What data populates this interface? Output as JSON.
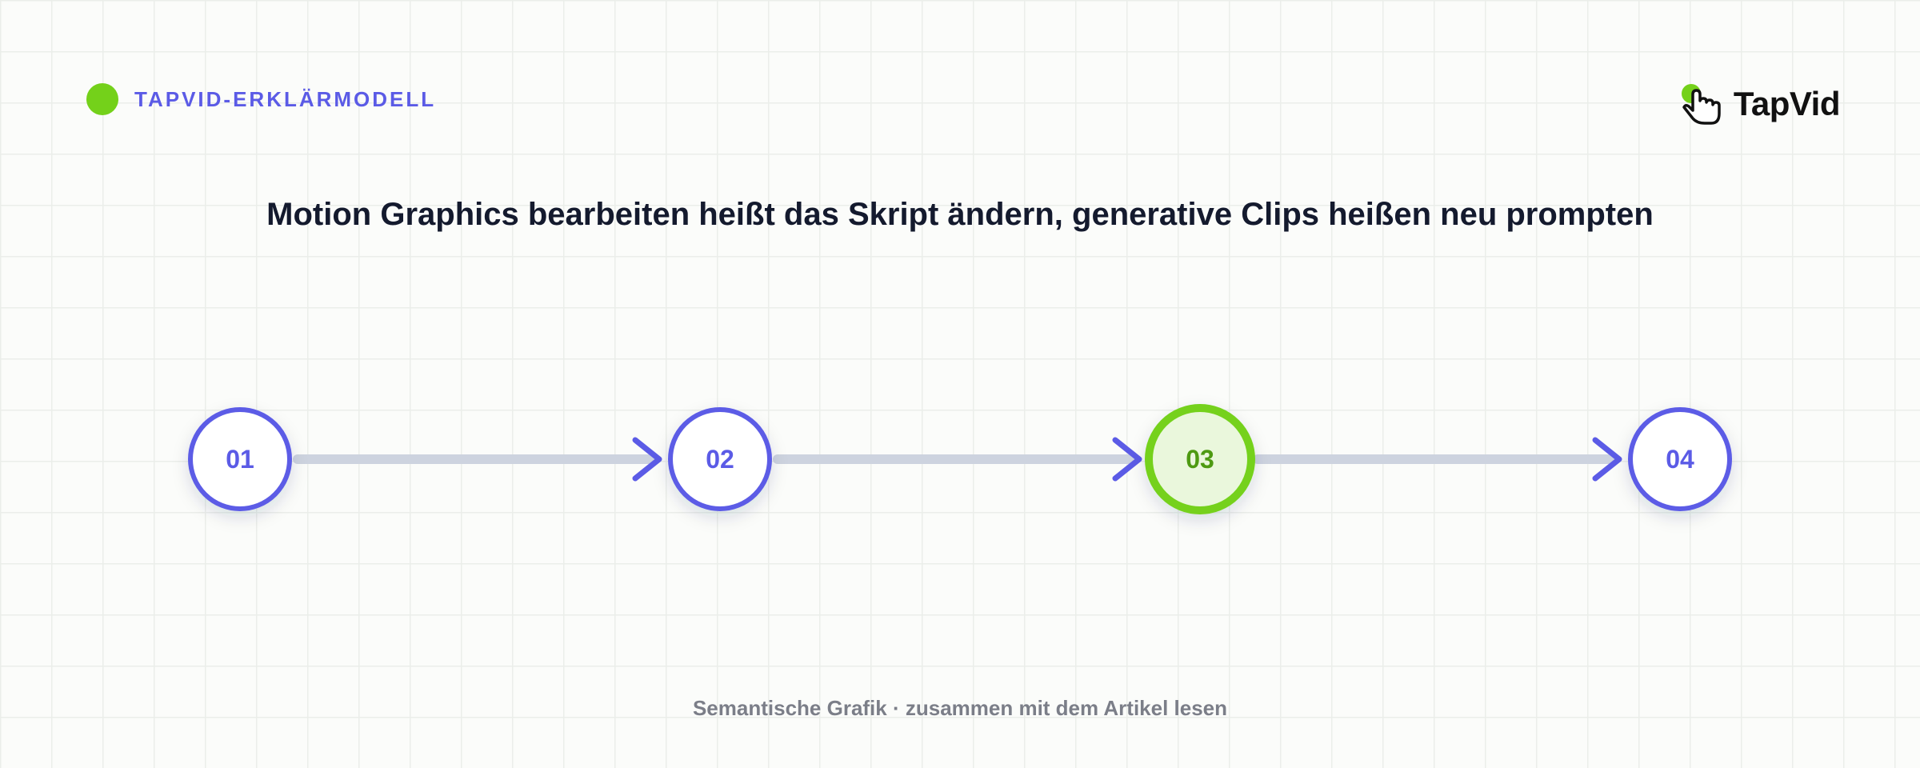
{
  "header": {
    "eyebrow": "TAPVID-ERKLÄRMODELL",
    "brand": "TapVid"
  },
  "headline": "Motion Graphics bearbeiten heißt das Skript ändern, generative Clips heißen neu prompten",
  "steps": [
    {
      "label": "01",
      "highlighted": false
    },
    {
      "label": "02",
      "highlighted": false
    },
    {
      "label": "03",
      "highlighted": true
    },
    {
      "label": "04",
      "highlighted": false
    }
  ],
  "footer": "Semantische Grafik · zusammen mit dem Artikel lesen",
  "colors": {
    "accent": "#5b5be6",
    "highlight": "#74d11a",
    "highlight_fill": "#eaf7dc",
    "highlight_text": "#4e9a12",
    "connector": "#cdd3df",
    "text": "#141a2e",
    "muted": "#7b7e88"
  },
  "icons": {
    "logo": "hand-pointer-icon",
    "eyebrow": "green-dot-icon",
    "connector_end": "arrow-right-icon"
  }
}
